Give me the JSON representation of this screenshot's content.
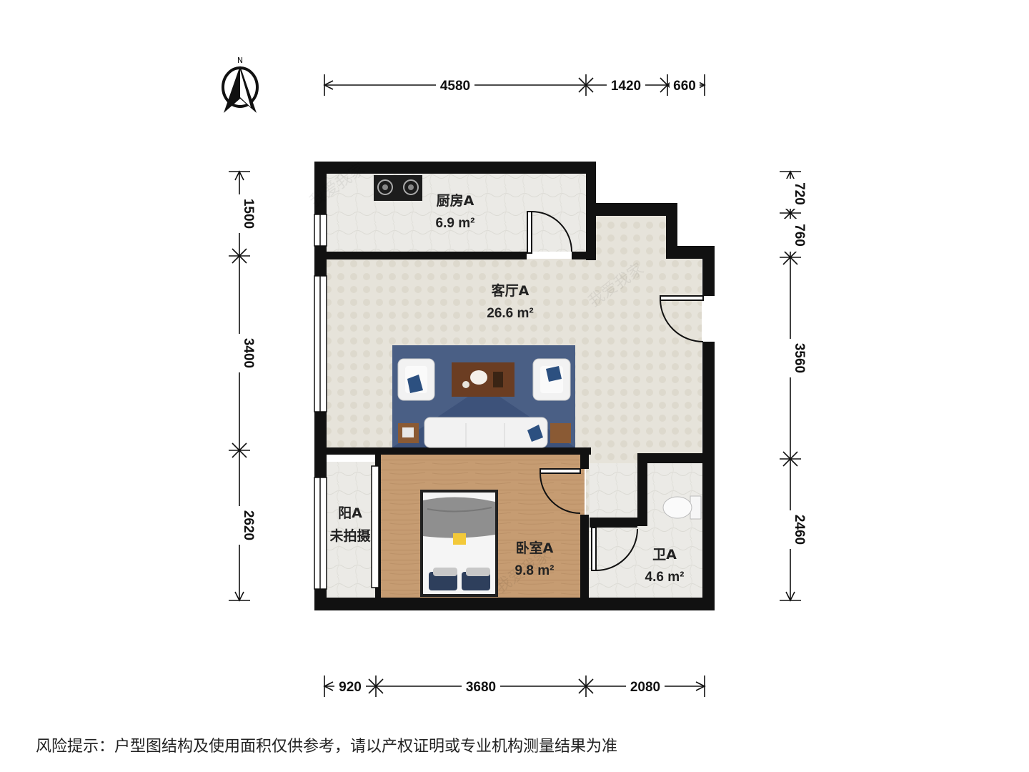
{
  "compass": {
    "label": "N",
    "icon": "north-arrow-icon"
  },
  "rooms": [
    {
      "key": "kitchen",
      "name": "厨房A",
      "area": "6.9 m²"
    },
    {
      "key": "living",
      "name": "客厅A",
      "area": "26.6 m²"
    },
    {
      "key": "balcony",
      "name": "阳A",
      "area": "未拍摄"
    },
    {
      "key": "bedroom",
      "name": "卧室A",
      "area": "9.8 m²"
    },
    {
      "key": "bathroom",
      "name": "卫A",
      "area": "4.6 m²"
    }
  ],
  "dimensions": {
    "top": [
      "4580",
      "1420",
      "660"
    ],
    "bottom": [
      "920",
      "3680",
      "2080"
    ],
    "left": [
      "1500",
      "3400",
      "2620"
    ],
    "right": [
      "720",
      "760",
      "3560",
      "2460"
    ]
  },
  "colors": {
    "wall": "#111111",
    "floor_tile": "#e9e8e3",
    "floor_wood": "#c49b72",
    "rug": "#4a5f85",
    "table": "#6b3d22"
  },
  "disclaimer": "风险提示：户型图结构及使用面积仅供参考，请以产权证明或专业机构测量结果为准"
}
